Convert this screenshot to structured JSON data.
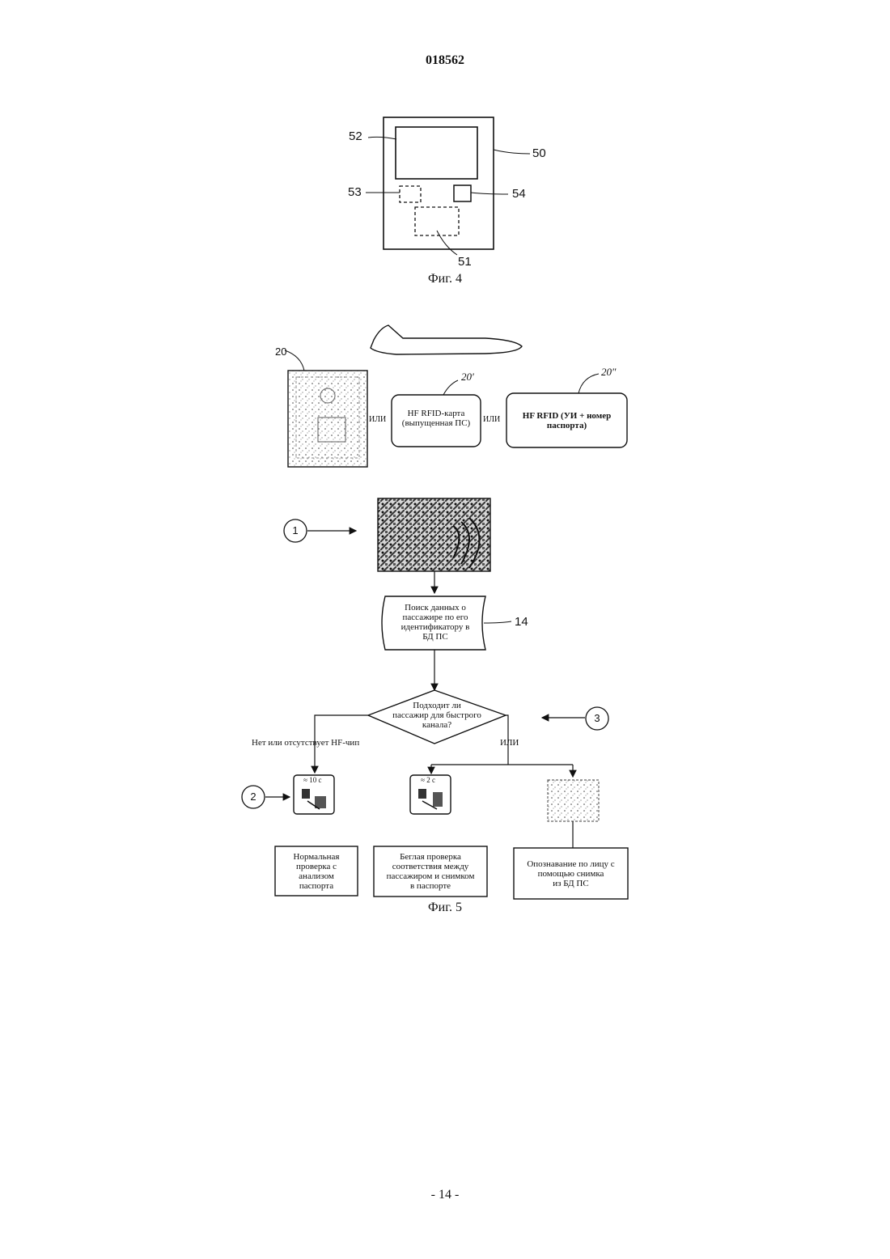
{
  "header": {
    "doc_number": "018562"
  },
  "fig4": {
    "caption": "Фиг. 4",
    "labels": {
      "l52": "52",
      "l50": "50",
      "l53": "53",
      "l54": "54",
      "l51": "51"
    }
  },
  "fig5": {
    "caption": "Фиг. 5",
    "ref20": "20",
    "ref20p": "20′",
    "ref20pp": "20″",
    "or_1": "ИЛИ",
    "or_2": "ИЛИ",
    "card_issued_line1": "HF RFID-карта",
    "card_issued_line2": "(выпущенная ПС)",
    "card_uid_line1": "HF RFID (УИ + номер",
    "card_uid_line2": "паспорта)",
    "circle1": "1",
    "circle2": "2",
    "circle3": "3",
    "search_l1": "Поиск данных о",
    "search_l2": "пассажире по его",
    "search_l3": "идентификатору в",
    "search_l4": "БД ПС",
    "ref14": "14",
    "decision_l1": "Подходит ли",
    "decision_l2": "пассажир для быстрого",
    "decision_l3": "канала?",
    "no_branch": "Нет или отсутствует HF-чип",
    "or_3": "ИЛИ",
    "time_10": "≈ 10 с",
    "time_2": "≈ 2 с",
    "out1_l1": "Нормальная",
    "out1_l2": "проверка с",
    "out1_l3": "анализом",
    "out1_l4": "паспорта",
    "out2_l1": "Беглая проверка",
    "out2_l2": "соответствия между",
    "out2_l3": "пассажиром и снимком",
    "out2_l4": "в паспорте",
    "out3_l1": "Опознавание по лицу с",
    "out3_l2": "помощью снимка",
    "out3_l3": "из БД ПС"
  },
  "footer": {
    "page_number": "- 14 -"
  }
}
